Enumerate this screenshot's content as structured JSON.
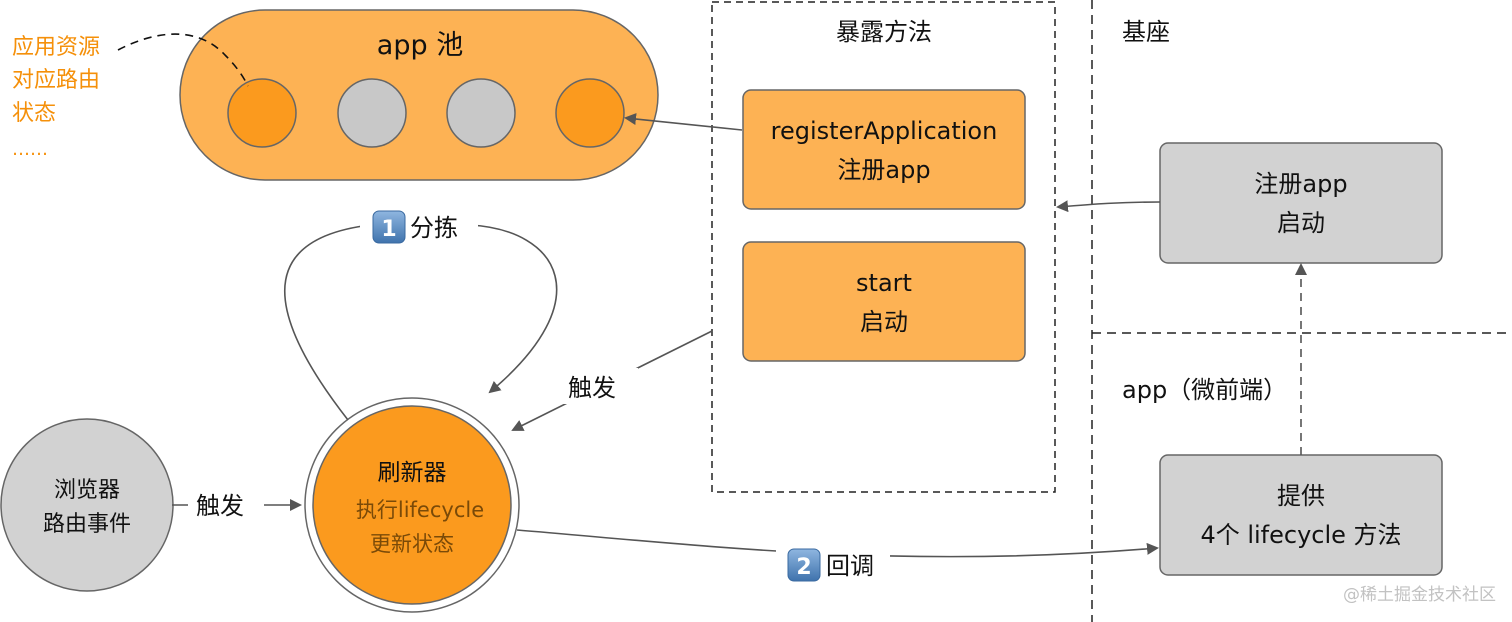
{
  "pool": {
    "title": "app 池",
    "note_lines": [
      "应用资源",
      "对应路由",
      "状态",
      "……"
    ]
  },
  "exposed": {
    "title": "暴露方法",
    "register_line1": "registerApplication",
    "register_line2": "注册app",
    "start_line1": "start",
    "start_line2": "启动"
  },
  "base": {
    "title": "基座",
    "box_line1": "注册app",
    "box_line2": "启动"
  },
  "micro": {
    "title": "app（微前端）",
    "box_line1": "提供",
    "box_line2": "4个 lifecycle 方法"
  },
  "browser": {
    "line1": "浏览器",
    "line2": "路由事件"
  },
  "refresher": {
    "line1": "刷新器",
    "line2": "执行lifecycle",
    "line3": "更新状态"
  },
  "edges": {
    "sort_num": "1",
    "sort_label": "分拣",
    "trigger_top": "触发",
    "trigger_left": "触发",
    "callback_num": "2",
    "callback_label": "回调"
  },
  "watermark": "@稀土掘金技术社区",
  "colors": {
    "orange": "#fdb254",
    "orange_dark": "#fb9a1e",
    "orange_text": "#f5900a",
    "gray": "#d2d2d2",
    "stroke": "#555555",
    "badge": "#5b8fc7"
  }
}
